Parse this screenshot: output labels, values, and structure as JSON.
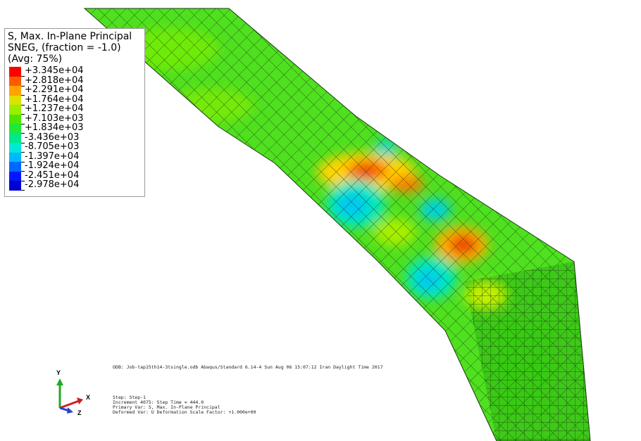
{
  "legend": {
    "title_lines": [
      "S, Max. In-Plane Principal",
      "SNEG, (fraction = -1.0)",
      "(Avg: 75%)"
    ],
    "entries": [
      {
        "label": "+3.345e+04",
        "color": "#ff0000"
      },
      {
        "label": "+2.818e+04",
        "color": "#ff5a00"
      },
      {
        "label": "+2.291e+04",
        "color": "#ffa500"
      },
      {
        "label": "+1.764e+04",
        "color": "#e0e000"
      },
      {
        "label": "+1.237e+04",
        "color": "#9aee00"
      },
      {
        "label": "+7.103e+03",
        "color": "#4ee600"
      },
      {
        "label": "+1.834e+03",
        "color": "#1ee83a"
      },
      {
        "label": "-3.436e+03",
        "color": "#00e88a"
      },
      {
        "label": "-8.705e+03",
        "color": "#00e8d6"
      },
      {
        "label": "-1.397e+04",
        "color": "#00b8ff"
      },
      {
        "label": "-1.924e+04",
        "color": "#0068ff"
      },
      {
        "label": "-2.451e+04",
        "color": "#0018ff"
      },
      {
        "label": "-2.978e+04",
        "color": "#0000d0"
      }
    ]
  },
  "info": {
    "odb_line": "ODB: Job-tap25th14-3tsingle.odb    Abaqus/Standard 6.14-4    Sun Aug 06 15:07:12 Iran Daylight Time 2017",
    "step": "Step: Step-1",
    "increment": "Increment   4075: Step Time =    444.0",
    "primary_var": "Primary Var: S, Max. In-Plane Principal",
    "deformed_var": "Deformed Var: U   Deformation Scale Factor: +1.000e+00"
  },
  "triad": {
    "y": "Y",
    "x": "X",
    "z": "Z",
    "y_color": "#22aa22",
    "x_color": "#cc2222",
    "z_color": "#2244cc"
  }
}
